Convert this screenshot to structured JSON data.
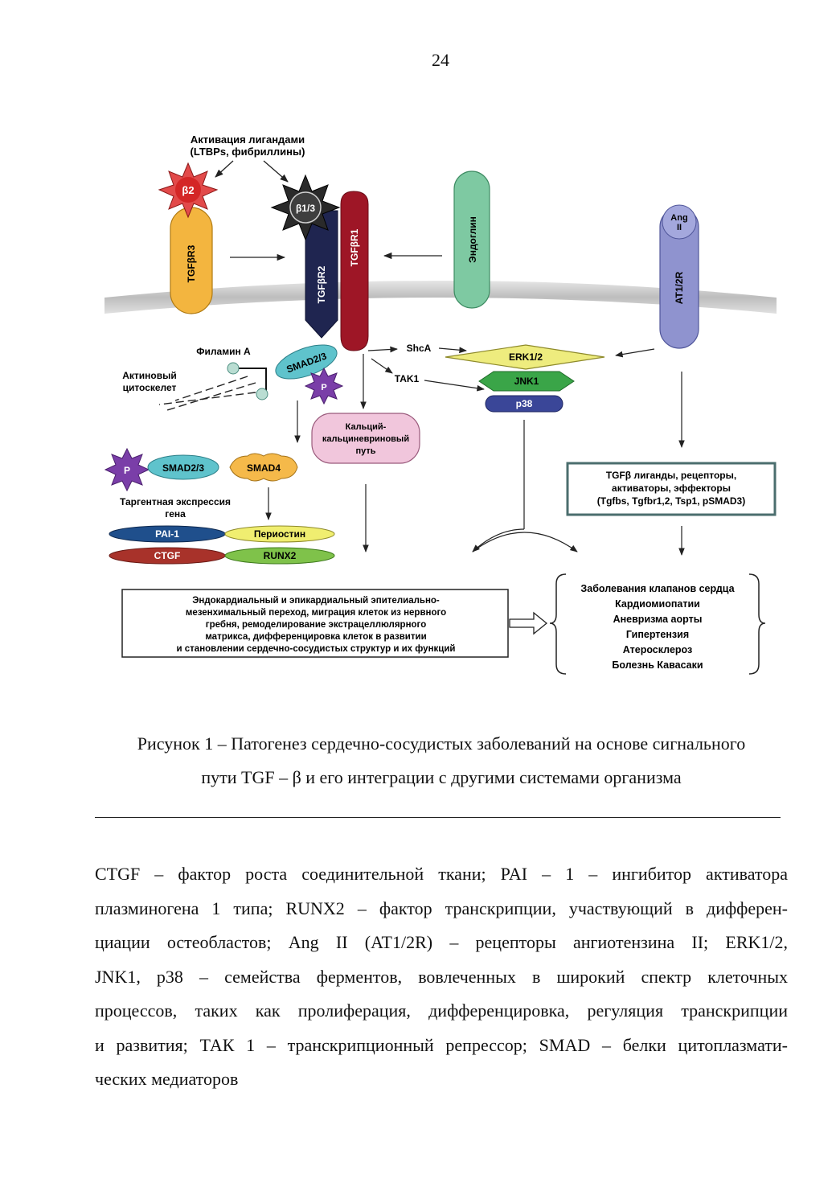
{
  "page_number": "24",
  "figure": {
    "activation_title": [
      "Активация лигандами",
      "(LTBPs, фибриллины)"
    ],
    "b2": "β2",
    "b13": "β1/3",
    "tgfbr3": "TGFβR3",
    "tgfbr2": "TGFβR2",
    "tgfbr1": "TGFβR1",
    "endoglin": "Эндоглин",
    "ang": [
      "Ang",
      "II"
    ],
    "at12r": "AT1/2R",
    "filamin": "Филамин А",
    "actin": [
      "Актиновый",
      "цитоскелет"
    ],
    "smad23_top": "SMAD2/3",
    "p": "P",
    "shca": "ShcA",
    "tak1": "TAK1",
    "erk": "ERK1/2",
    "jnk": "JNK1",
    "p38": "p38",
    "calcium": [
      "Кальций-",
      "кальциневриновый",
      "путь"
    ],
    "smad23": "SMAD2/3",
    "smad4": "SMAD4",
    "target_expr": [
      "Таргентная экспрессия",
      "гена"
    ],
    "pai1": "PAI-1",
    "periostin": "Периостин",
    "ctgf": "CTGF",
    "runx2": "RUNX2",
    "tgf_box": [
      "TGFβ лиганды, рецепторы,",
      "активаторы, эффекторы",
      "(Tgfbs, Tgfbr1,2, Tsp1, pSMAD3)"
    ],
    "emt_box": [
      "Эндокардиальный и эпикардиальный эпителиально-",
      "мезенхимальный переход, миграция клеток из нервного",
      "гребня, ремоделирование экстрацеллюлярного",
      "матрикса, дифференцировка клеток в развитии",
      "и становлении сердечно-сосудистых структур и их функций"
    ],
    "diseases": [
      "Заболевания клапанов сердца",
      "Кардиомиопатии",
      "Аневризма аорты",
      "Гипертензия",
      "Атеросклероз",
      "Болезнь Кавасаки"
    ]
  },
  "caption": [
    "Рисунок 1 – Патогенез сердечно-сосудистых заболеваний на основе сигнального",
    "пути TGF – β и его интеграции с другими системами организма"
  ],
  "abbreviations": [
    "CTGF – фактор роста соединительной ткани; PAI – 1 – ингибитор активатора",
    "плазминогена 1 типа; RUNX2 – фактор транскрипции, участвующий в дифферен-",
    "циации остеобластов; Ang II (AT1/2R) – рецепторы ангиотензина II; ERK1/2,",
    "JNK1, p38 – семейства ферментов, вовлеченных в широкий спектр клеточных",
    "процессов, таких как пролиферация, дифференцировка, регуляция транскрипции",
    "и развития; ТАК 1 – транскрипционный репрессор; SMAD – белки цитоплазмати-",
    "ческих медиаторов"
  ]
}
